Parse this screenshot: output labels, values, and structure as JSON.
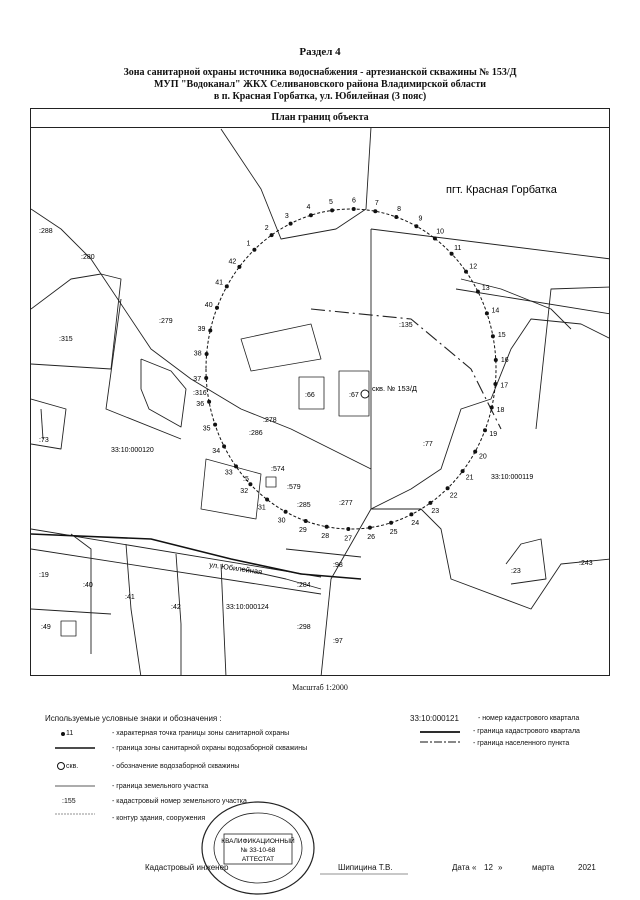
{
  "header": {
    "section": "Раздел 4",
    "line1": "Зона санитарной охраны источника водоснабжения -  артезианской скважины № 153/Д",
    "line2": "МУП \"Водоканал\" ЖКХ Селивановского района Владимирской области",
    "line3": "в п. Красная Горбатка, ул. Юбилейная  (3 пояс)",
    "plan_title": "План границ объекта"
  },
  "map": {
    "settlement": "пгт. Красная Горбатка",
    "well_label": "скв. № 153/Д",
    "street": "ул. Юбилейная",
    "quarters": [
      "33:10:000120",
      "33:10:000119",
      "33:10:000124"
    ],
    "parcels": [
      ":288",
      ":280",
      ":315",
      ":279",
      ":316",
      ":73",
      ":286",
      ":278",
      ":66",
      ":67",
      ":135",
      ":77",
      ":574",
      ":5",
      ":579",
      ":285",
      ":277",
      ":98",
      ":19",
      ":40",
      ":41",
      ":42",
      ":49",
      ":284",
      ":298",
      ":97",
      ":23",
      ":243"
    ],
    "points": [
      "1",
      "2",
      "3",
      "4",
      "5",
      "6",
      "7",
      "8",
      "9",
      "10",
      "11",
      "12",
      "13",
      "14",
      "15",
      "16",
      "17",
      "18",
      "19",
      "20",
      "21",
      "22",
      "23",
      "24",
      "25",
      "26",
      "27",
      "28",
      "29",
      "30",
      "31",
      "32",
      "33",
      "34",
      "35",
      "36",
      "37",
      "38",
      "39",
      "40",
      "41",
      "42"
    ],
    "colors": {
      "zone_point": "#111111",
      "lines": "#222222"
    }
  },
  "scale": "Масштаб 1:2000",
  "legend": {
    "title": "Используемые условные знаки и обозначения :",
    "point_sample": "11",
    "point_desc": "- характерная точка границы зоны санитарной охраны",
    "zone_desc": "- граница зоны санитарной охраны водозаборной скважины",
    "well_sample": "скв.",
    "well_desc": "- обозначение водозаборной скважины",
    "parcel_desc": "- граница земельного участка",
    "parcel_num_sample": ":155",
    "parcel_num_desc": "- кадастровый номер земельного участка",
    "building_desc": "- контур здания, сооружения",
    "quarter_sample": "33:10:000121",
    "quarter_num_desc": "- номер кадастрового квартала",
    "quarter_border_desc": "- граница кадастрового квартала",
    "settlement_border_desc": "- граница населенного пункта"
  },
  "signature": {
    "role": "Кадастровый инженер",
    "name": "Шипицина Т.В.",
    "date_label": "Дата",
    "day": "12",
    "month": "марта",
    "year": "2021"
  },
  "stamp": {
    "line1": "КВАЛИФИКАЦИОННЫЙ",
    "line2": "№ 33-10-68",
    "line3": "АТТЕСТАТ"
  }
}
